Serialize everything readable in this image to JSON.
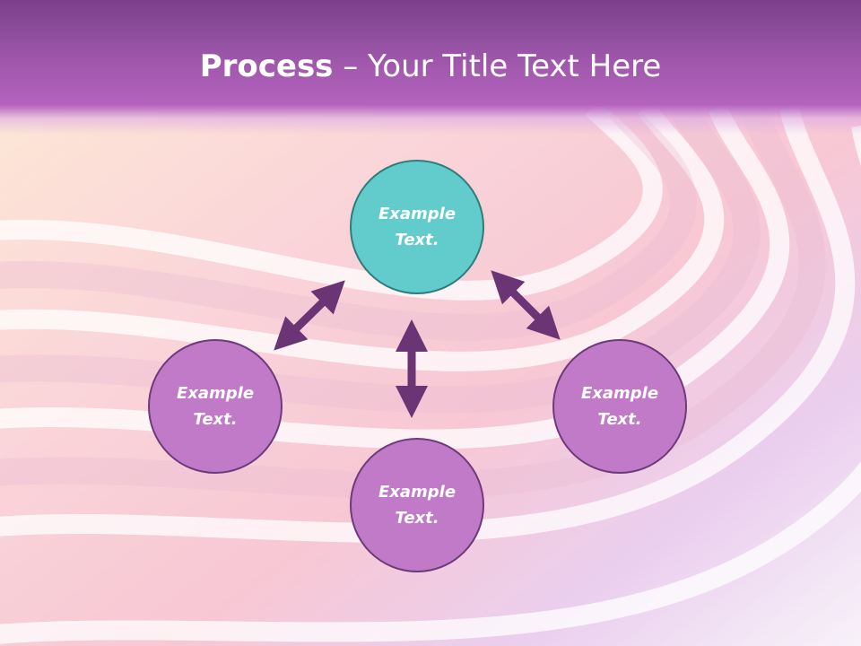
{
  "title": {
    "bold": "Process",
    "rest": " – Your Title Text Here"
  },
  "nodes": [
    {
      "label": "Example\nText.",
      "color": "#62cbcb"
    },
    {
      "label": "Example\nText.",
      "color": "#c07ac8"
    },
    {
      "label": "Example\nText.",
      "color": "#c07ac8"
    },
    {
      "label": "Example\nText.",
      "color": "#c07ac8"
    }
  ],
  "colors": {
    "title_bar": "#9b55a8",
    "arrow": "#6b3475",
    "teal": "#62cbcb",
    "purple": "#c07ac8"
  }
}
